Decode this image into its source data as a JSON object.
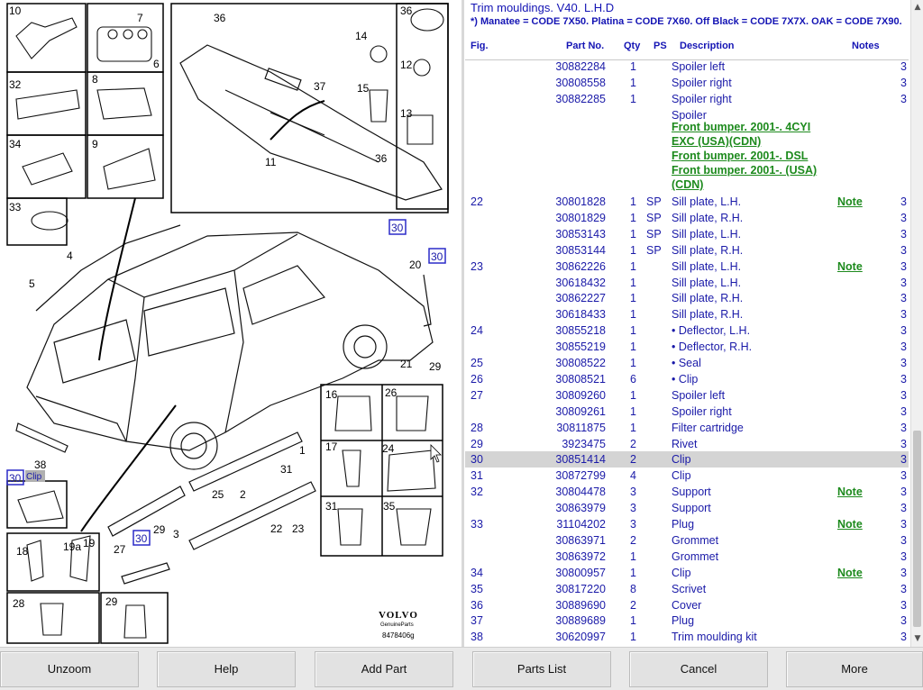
{
  "diagram": {
    "callouts": [
      "10",
      "7",
      "6",
      "36",
      "36",
      "37",
      "14",
      "12",
      "15",
      "13",
      "11",
      "36",
      "32",
      "8",
      "34",
      "9",
      "33",
      "4",
      "5",
      "30",
      "30",
      "20",
      "21",
      "29",
      "16",
      "26",
      "17",
      "24",
      "38",
      "1",
      "31",
      "2",
      "25",
      "22",
      "23",
      "3",
      "27",
      "29",
      "30",
      "18",
      "19a",
      "19",
      "28",
      "29",
      "31",
      "35"
    ],
    "highlighted_callout": "30",
    "tooltip": "Clip",
    "brand": "VOLVO",
    "brand_sub": "GenuineParts",
    "drawing_number": "8478406g"
  },
  "header": {
    "title": "Trim mouldings. V40. L.H.D",
    "subtitle": "*) Manatee = CODE 7X50. Platina = CODE 7X60. Off Black = CODE 7X7X. OAK = CODE 7X90.",
    "columns": {
      "fig": "Fig.",
      "part": "Part No.",
      "qty": "Qty",
      "ps": "PS",
      "desc": "Description",
      "notes": "Notes"
    }
  },
  "links": [
    "Front bumper. 2001-. 4CYI",
    "EXC (USA)(CDN)",
    "Front bumper. 2001-. DSL",
    "Front bumper. 2001-. (USA)",
    "(CDN)"
  ],
  "rows_top": [
    {
      "fig": "",
      "part": "30882284",
      "qty": "1",
      "ps": "",
      "desc": "Spoiler left",
      "note": "",
      "x": "3"
    },
    {
      "fig": "",
      "part": "30808558",
      "qty": "1",
      "ps": "",
      "desc": "Spoiler right",
      "note": "",
      "x": "3"
    },
    {
      "fig": "",
      "part": "30882285",
      "qty": "1",
      "ps": "",
      "desc": "Spoiler right",
      "note": "",
      "x": "3"
    },
    {
      "fig": "",
      "part": "",
      "qty": "",
      "ps": "",
      "desc": "Spoiler",
      "note": "",
      "x": ""
    }
  ],
  "rows": [
    {
      "fig": "22",
      "part": "30801828",
      "qty": "1",
      "ps": "SP",
      "desc": "Sill plate, L.H.",
      "note": "Note",
      "x": "3"
    },
    {
      "fig": "",
      "part": "30801829",
      "qty": "1",
      "ps": "SP",
      "desc": "Sill plate, R.H.",
      "note": "",
      "x": "3"
    },
    {
      "fig": "",
      "part": "30853143",
      "qty": "1",
      "ps": "SP",
      "desc": "Sill plate, L.H.",
      "note": "",
      "x": "3"
    },
    {
      "fig": "",
      "part": "30853144",
      "qty": "1",
      "ps": "SP",
      "desc": "Sill plate, R.H.",
      "note": "",
      "x": "3"
    },
    {
      "fig": "23",
      "part": "30862226",
      "qty": "1",
      "ps": "",
      "desc": "Sill plate, L.H.",
      "note": "Note",
      "x": "3"
    },
    {
      "fig": "",
      "part": "30618432",
      "qty": "1",
      "ps": "",
      "desc": "Sill plate, L.H.",
      "note": "",
      "x": "3"
    },
    {
      "fig": "",
      "part": "30862227",
      "qty": "1",
      "ps": "",
      "desc": "Sill plate, R.H.",
      "note": "",
      "x": "3"
    },
    {
      "fig": "",
      "part": "30618433",
      "qty": "1",
      "ps": "",
      "desc": "Sill plate, R.H.",
      "note": "",
      "x": "3"
    },
    {
      "fig": "24",
      "part": "30855218",
      "qty": "1",
      "ps": "",
      "desc": "• Deflector, L.H.",
      "note": "",
      "x": "3"
    },
    {
      "fig": "",
      "part": "30855219",
      "qty": "1",
      "ps": "",
      "desc": "• Deflector, R.H.",
      "note": "",
      "x": "3"
    },
    {
      "fig": "25",
      "part": "30808522",
      "qty": "1",
      "ps": "",
      "desc": "• Seal",
      "note": "",
      "x": "3"
    },
    {
      "fig": "26",
      "part": "30808521",
      "qty": "6",
      "ps": "",
      "desc": "• Clip",
      "note": "",
      "x": "3"
    },
    {
      "fig": "27",
      "part": "30809260",
      "qty": "1",
      "ps": "",
      "desc": "Spoiler left",
      "note": "",
      "x": "3"
    },
    {
      "fig": "",
      "part": "30809261",
      "qty": "1",
      "ps": "",
      "desc": "Spoiler right",
      "note": "",
      "x": "3"
    },
    {
      "fig": "28",
      "part": "30811875",
      "qty": "1",
      "ps": "",
      "desc": "Filter cartridge",
      "note": "",
      "x": "3"
    },
    {
      "fig": "29",
      "part": "3923475",
      "qty": "2",
      "ps": "",
      "desc": "Rivet",
      "note": "",
      "x": "3"
    },
    {
      "fig": "30",
      "part": "30851414",
      "qty": "2",
      "ps": "",
      "desc": "Clip",
      "note": "",
      "x": "3",
      "selected": true
    },
    {
      "fig": "31",
      "part": "30872799",
      "qty": "4",
      "ps": "",
      "desc": "Clip",
      "note": "",
      "x": "3"
    },
    {
      "fig": "32",
      "part": "30804478",
      "qty": "3",
      "ps": "",
      "desc": "Support",
      "note": "Note",
      "x": "3"
    },
    {
      "fig": "",
      "part": "30863979",
      "qty": "3",
      "ps": "",
      "desc": "Support",
      "note": "",
      "x": "3"
    },
    {
      "fig": "33",
      "part": "31104202",
      "qty": "3",
      "ps": "",
      "desc": "Plug",
      "note": "Note",
      "x": "3"
    },
    {
      "fig": "",
      "part": "30863971",
      "qty": "2",
      "ps": "",
      "desc": "Grommet",
      "note": "",
      "x": "3"
    },
    {
      "fig": "",
      "part": "30863972",
      "qty": "1",
      "ps": "",
      "desc": "Grommet",
      "note": "",
      "x": "3"
    },
    {
      "fig": "34",
      "part": "30800957",
      "qty": "1",
      "ps": "",
      "desc": "Clip",
      "note": "Note",
      "x": "3"
    },
    {
      "fig": "35",
      "part": "30817220",
      "qty": "8",
      "ps": "",
      "desc": "Scrivet",
      "note": "",
      "x": "3"
    },
    {
      "fig": "36",
      "part": "30889690",
      "qty": "2",
      "ps": "",
      "desc": "Cover",
      "note": "",
      "x": "3"
    },
    {
      "fig": "37",
      "part": "30889689",
      "qty": "1",
      "ps": "",
      "desc": "Plug",
      "note": "",
      "x": "3"
    },
    {
      "fig": "38",
      "part": "30620997",
      "qty": "1",
      "ps": "",
      "desc": "Trim moulding kit",
      "note": "",
      "x": "3"
    }
  ],
  "toolbar": {
    "unzoom": "Unzoom",
    "help": "Help",
    "add_part": "Add Part",
    "parts_list": "Parts List",
    "cancel": "Cancel",
    "more": "More"
  }
}
